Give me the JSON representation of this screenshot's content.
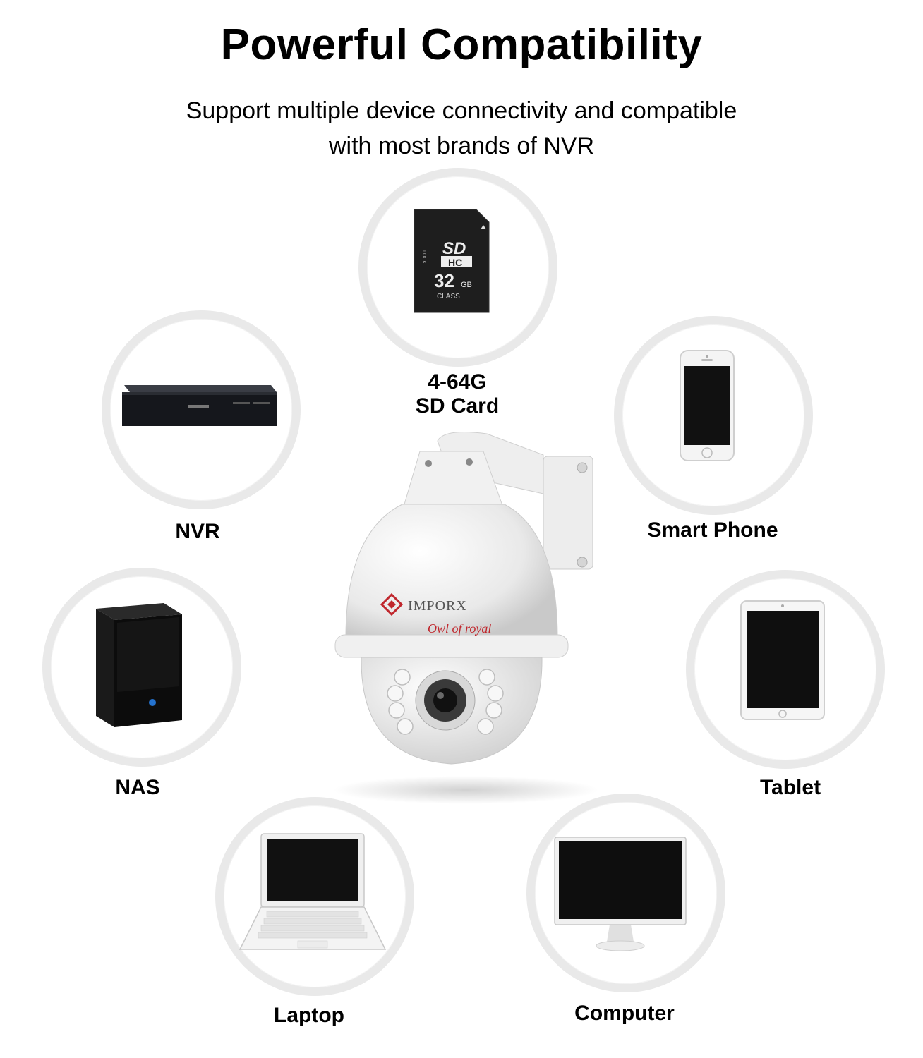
{
  "header": {
    "title": "Powerful Compatibility",
    "subtitle_line1": "Support multiple device connectivity and compatible",
    "subtitle_line2": "with most brands of NVR"
  },
  "devices": {
    "sd_card": {
      "label_line1": "4-64G",
      "label_line2": "SD Card",
      "card_brand": "SD",
      "card_type": "HC",
      "card_capacity": "32",
      "card_unit": "GB",
      "card_class": "CLASS",
      "card_lock": "LOCK"
    },
    "nvr": {
      "label": "NVR"
    },
    "smart_phone": {
      "label": "Smart Phone"
    },
    "nas": {
      "label": "NAS"
    },
    "tablet": {
      "label": "Tablet"
    },
    "laptop": {
      "label": "Laptop"
    },
    "computer": {
      "label": "Computer"
    }
  },
  "camera": {
    "brand": "IMPORX",
    "tagline": "Owl of royal",
    "brand_color": "#c0272d"
  }
}
